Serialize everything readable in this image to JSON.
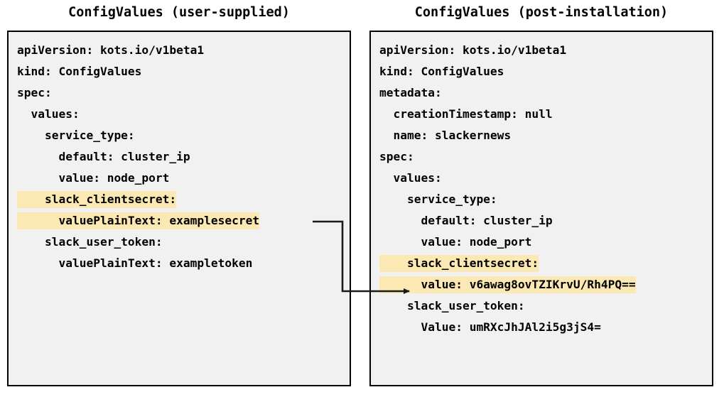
{
  "panels": {
    "left": {
      "title": "ConfigValues (user-supplied)",
      "lines": [
        {
          "indent": 0,
          "text": "apiVersion: kots.io/v1beta1",
          "highlight": false
        },
        {
          "indent": 0,
          "text": "kind: ConfigValues",
          "highlight": false
        },
        {
          "indent": 0,
          "text": "spec:",
          "highlight": false
        },
        {
          "indent": 1,
          "text": "values:",
          "highlight": false
        },
        {
          "indent": 2,
          "text": "service_type:",
          "highlight": false
        },
        {
          "indent": 3,
          "text": "default: cluster_ip",
          "highlight": false
        },
        {
          "indent": 3,
          "text": "value: node_port",
          "highlight": false
        },
        {
          "indent": 2,
          "text": "slack_clientsecret:",
          "highlight": true
        },
        {
          "indent": 3,
          "text": "valuePlainText: examplesecret",
          "highlight": true
        },
        {
          "indent": 2,
          "text": "slack_user_token:",
          "highlight": false
        },
        {
          "indent": 3,
          "text": "valuePlainText: exampletoken",
          "highlight": false
        }
      ]
    },
    "right": {
      "title": "ConfigValues (post-installation)",
      "lines": [
        {
          "indent": 0,
          "text": "apiVersion: kots.io/v1beta1",
          "highlight": false
        },
        {
          "indent": 0,
          "text": "kind: ConfigValues",
          "highlight": false
        },
        {
          "indent": 0,
          "text": "metadata:",
          "highlight": false
        },
        {
          "indent": 1,
          "text": "creationTimestamp: null",
          "highlight": false
        },
        {
          "indent": 1,
          "text": "name: slackernews",
          "highlight": false
        },
        {
          "indent": 0,
          "text": "spec:",
          "highlight": false
        },
        {
          "indent": 1,
          "text": "values:",
          "highlight": false
        },
        {
          "indent": 2,
          "text": "service_type:",
          "highlight": false
        },
        {
          "indent": 3,
          "text": "default: cluster_ip",
          "highlight": false
        },
        {
          "indent": 3,
          "text": "value: node_port",
          "highlight": false
        },
        {
          "indent": 2,
          "text": "slack_clientsecret:",
          "highlight": true
        },
        {
          "indent": 3,
          "text": "value: v6awag8ovTZIKrvU/Rh4PQ==",
          "highlight": true
        },
        {
          "indent": 2,
          "text": "slack_user_token:",
          "highlight": false
        },
        {
          "indent": 3,
          "text": "Value: umRXcJhJAl2i5g3jS4=",
          "highlight": false
        }
      ]
    }
  },
  "connector": {
    "label": "secret-transformation-arrow",
    "from_line": "valuePlainText: examplesecret",
    "to_line": "value: v6awag8ovTZIKrvU/Rh4PQ=="
  },
  "colors": {
    "highlight": "#fce8b2",
    "box_background": "#f1f1f1",
    "box_border": "#000000",
    "text": "#000000",
    "page_background": "#ffffff"
  }
}
